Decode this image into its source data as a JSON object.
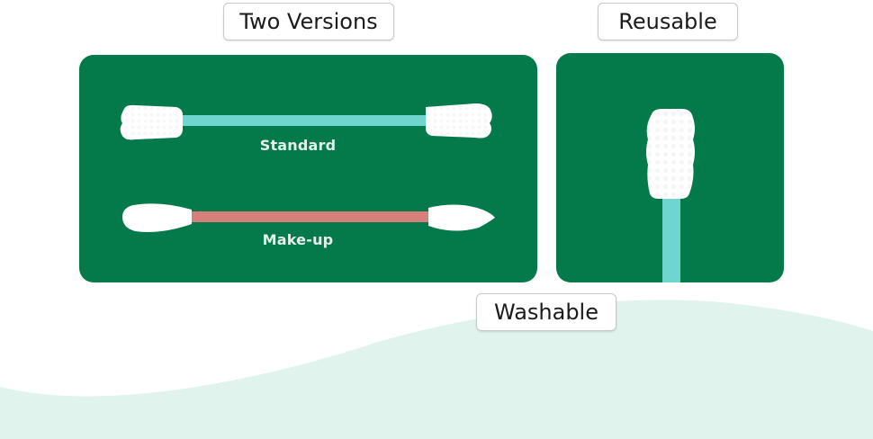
{
  "labels": {
    "versions": "Two Versions",
    "reusable": "Reusable",
    "washable": "Washable"
  },
  "captions": {
    "standard": "Standard",
    "makeup": "Make-up"
  },
  "colors": {
    "panel_green": "#047a4b",
    "standard_stick": "#6fd6cf",
    "makeup_stick": "#d77f7b",
    "wave": "#e0f3ec"
  }
}
